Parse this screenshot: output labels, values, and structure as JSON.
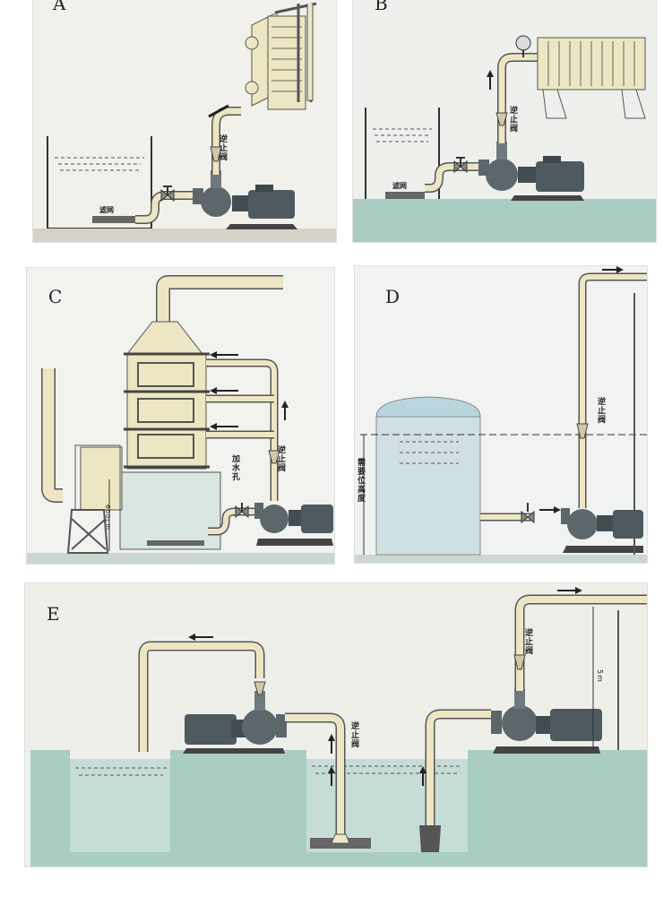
{
  "panels": {
    "a": {
      "letter": "A",
      "check_valve": "逆止阀",
      "strainer": "滤网"
    },
    "b": {
      "letter": "B",
      "check_valve": "逆止阀",
      "strainer": "滤网"
    },
    "c": {
      "letter": "C",
      "check_valve": "逆止阀",
      "filler_hole": "加水孔",
      "height": "600cm"
    },
    "d": {
      "letter": "D",
      "check_valve": "逆止阀",
      "lift_height": "需要位高度"
    },
    "e": {
      "letter": "E",
      "check_valve_left": "逆止阀",
      "check_valve_right": "逆止阀",
      "height": "5m"
    }
  },
  "colors": {
    "pipe": "#ece7c2",
    "pipe_stroke": "#555555",
    "water": "#c5ddd6",
    "water_deep": "#a9cdc2",
    "motor": "#4f5a60",
    "pump": "#5d676b"
  }
}
